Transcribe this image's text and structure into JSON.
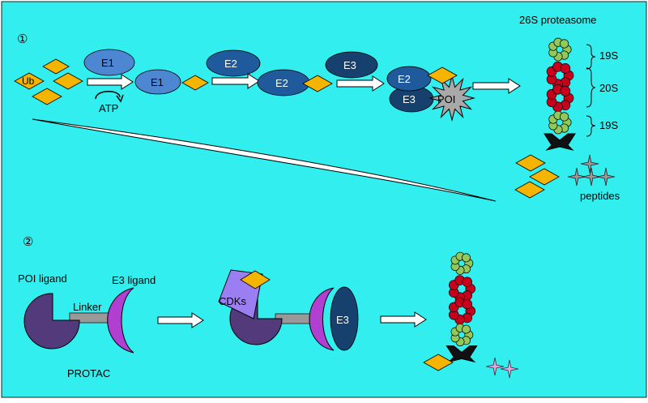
{
  "background": "#33eeee",
  "colors": {
    "ub": "#f5b400",
    "e1": "#4d86d1",
    "e2": "#1f5b9c",
    "e3": "#16416f",
    "poi": "#a9a9a9",
    "sub19": "#93c95a",
    "sub20": "#c8001e",
    "protac": "#533a7b",
    "e3ligand": "#b13fd1",
    "cdks": "#9b7ff2",
    "linker": "#999999",
    "star": "#e7a7e4"
  },
  "section1": {
    "marker": "①",
    "ub": "Ub",
    "atp": "ATP",
    "e1": "E1",
    "e2": "E2",
    "e3": "E3",
    "poi": "POI",
    "proteasome_title": "26S proteasome",
    "label_19s_top": "19S",
    "label_20s": "20S",
    "label_19s_bottom": "19S",
    "peptides": "peptides"
  },
  "section2": {
    "marker": "②",
    "poi_ligand": "POI ligand",
    "e3_ligand": "E3 ligand",
    "linker": "Linker",
    "protac": "PROTAC",
    "cdks": "CDKs",
    "e3": "E3"
  }
}
